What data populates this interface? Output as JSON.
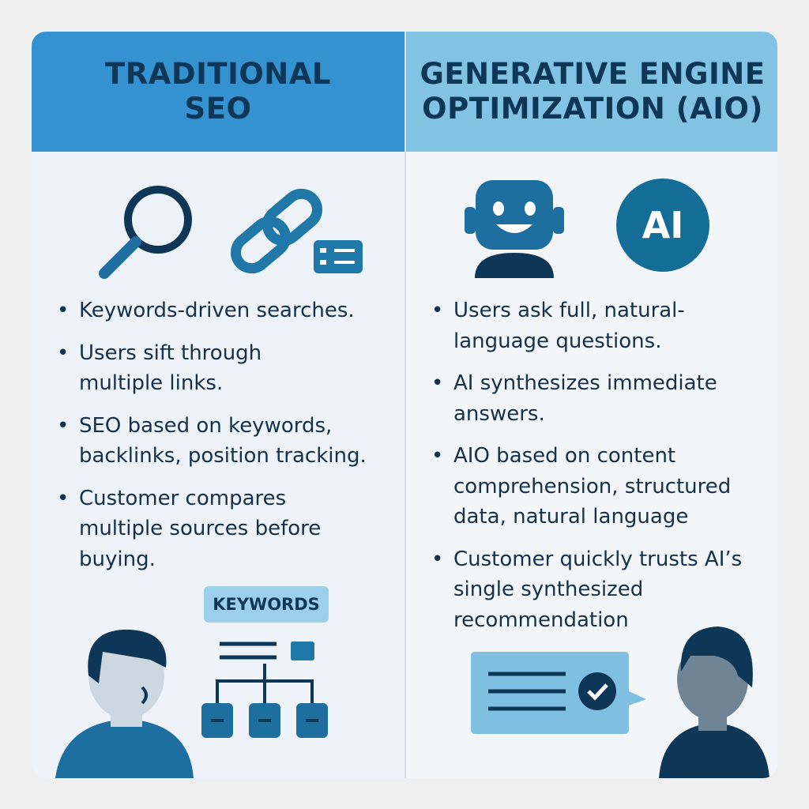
{
  "left": {
    "title_line1": "TRADITIONAL",
    "title_line2": "SEO",
    "bullets": [
      "Keywords-driven searches.",
      "Users sift through multiple links.",
      "SEO based on keywords, backlinks, position tracking.",
      "Customer compares multiple sources before buying."
    ],
    "keywords_label": "KEYWORDS"
  },
  "right": {
    "title_line1": "GENERATIVE ENGINE",
    "title_line2": "OPTIMIZATION (AIO)",
    "ai_badge": "AI",
    "bullets": [
      "Users ask full, natural-language questions.",
      "AI synthesizes immediate answers.",
      "AIO based on content comprehension, structured data, natural language",
      "Customer quickly trusts AI’s single synthesized recommendation"
    ]
  },
  "colors": {
    "left_header": "#3592d0",
    "right_header": "#82c3e4",
    "navy": "#0e3656",
    "teal": "#1f78a8"
  }
}
